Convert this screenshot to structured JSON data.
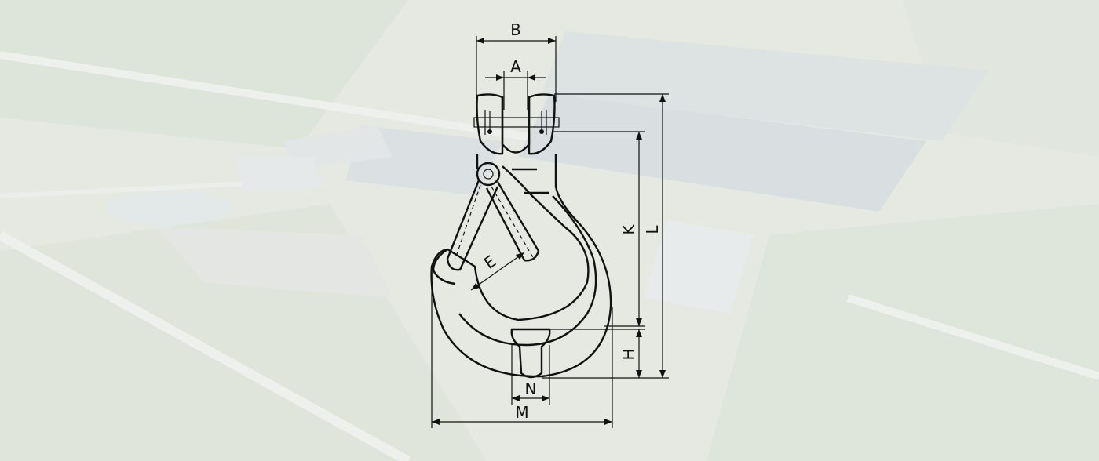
{
  "diagram": {
    "labels": {
      "B": "B",
      "A": "A",
      "K": "K",
      "L": "L",
      "E": "E",
      "H": "H",
      "N": "N",
      "M": "M"
    }
  },
  "colors": {
    "line": "#111111",
    "hatch_fill": "#2a2a2a",
    "background_wash": "#f4f6f3"
  }
}
